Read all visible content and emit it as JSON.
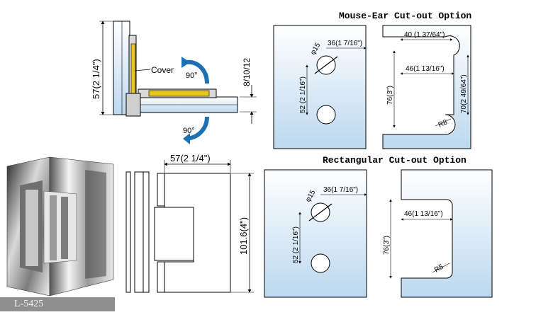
{
  "headings": {
    "mouse_ear": "Mouse-Ear Cut-out Option",
    "rectangular": "Rectangular Cut-out Option"
  },
  "side_view": {
    "height_dim": "57(2 1/4\")",
    "thickness_dim": "8/10/12",
    "cover_label": "Cover",
    "angle_top": "90°",
    "angle_bottom": "90°"
  },
  "front_view": {
    "width_dim": "57(2 1/4\")",
    "height_dim": "101.6(4\")"
  },
  "glass_holes_top": {
    "hole_dia": "φ15",
    "offset_dim": "36(1 7/16\")",
    "spacing_dim": "52 (2 1/16\")"
  },
  "glass_holes_bottom": {
    "hole_dia": "φ15",
    "offset_dim": "36(1 7/16\")",
    "spacing_dim": "52 (2 1/16\")"
  },
  "mouse_ear_cutout": {
    "top_width": "40 (1 37/64\")",
    "inner_width": "46(1 13/16\")",
    "height": "76(3\")",
    "depth": "70(2 49/64\")",
    "radius": "R8"
  },
  "rect_cutout": {
    "inner_width": "46(1 13/16\")",
    "height": "76(3\")",
    "radius": "R5"
  },
  "product": {
    "model": "L-5425"
  },
  "colors": {
    "glass_top": "#ffffff",
    "glass_bottom": "#bcd8ef",
    "arrow": "#1f6fb3",
    "cover": "#e8c61c"
  }
}
